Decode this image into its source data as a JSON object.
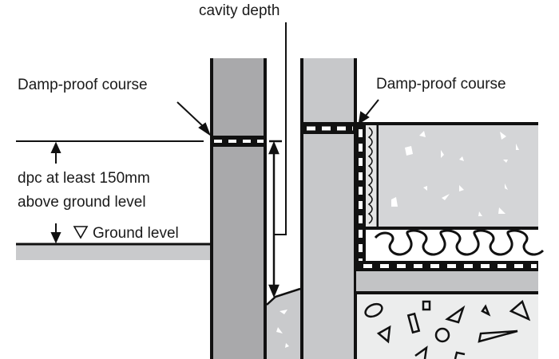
{
  "labels": {
    "cavity_depth": "cavity depth",
    "dpc_left": "Damp-proof course",
    "dpc_right": "Damp-proof course",
    "dpc_height_line1": "dpc at least 150mm",
    "dpc_height_line2": "above ground level",
    "ground_level": "Ground level"
  },
  "colors": {
    "outer_leaf": "#a9a9ab",
    "inner_leaf": "#c7c8ca",
    "slab": "#d4d5d7",
    "hardcore": "#eceded",
    "ground": "#c9cacc",
    "line": "#111111"
  }
}
